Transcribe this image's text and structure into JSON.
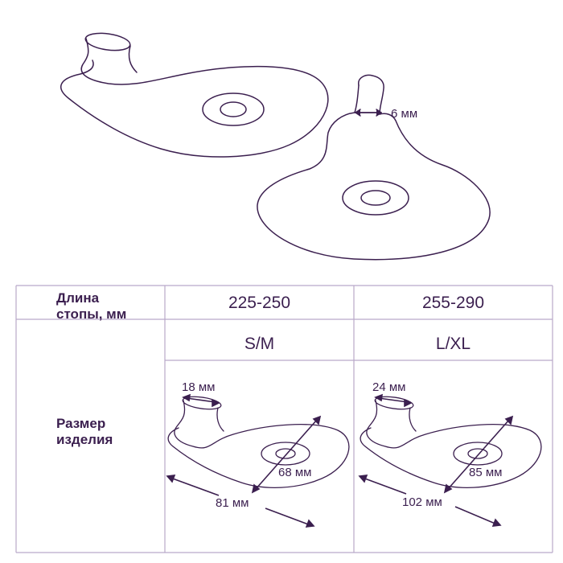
{
  "illustration": {
    "toe_width_label": "6 мм"
  },
  "table": {
    "row1_header": {
      "line1": "Длина",
      "line2": "стопы, мм"
    },
    "row2_header": {
      "line1": "Размер",
      "line2": "изделия"
    },
    "columns": [
      {
        "foot_length": "225-250",
        "size": "S/M",
        "loop_width": "18 мм",
        "pad_width": "68 мм",
        "total_length": "81 мм"
      },
      {
        "foot_length": "255-290",
        "size": "L/XL",
        "loop_width": "24 мм",
        "pad_width": "85 мм",
        "total_length": "102 мм"
      }
    ]
  },
  "colors": {
    "line": "#3b1f4f",
    "table_border": "#b9a9c9"
  }
}
